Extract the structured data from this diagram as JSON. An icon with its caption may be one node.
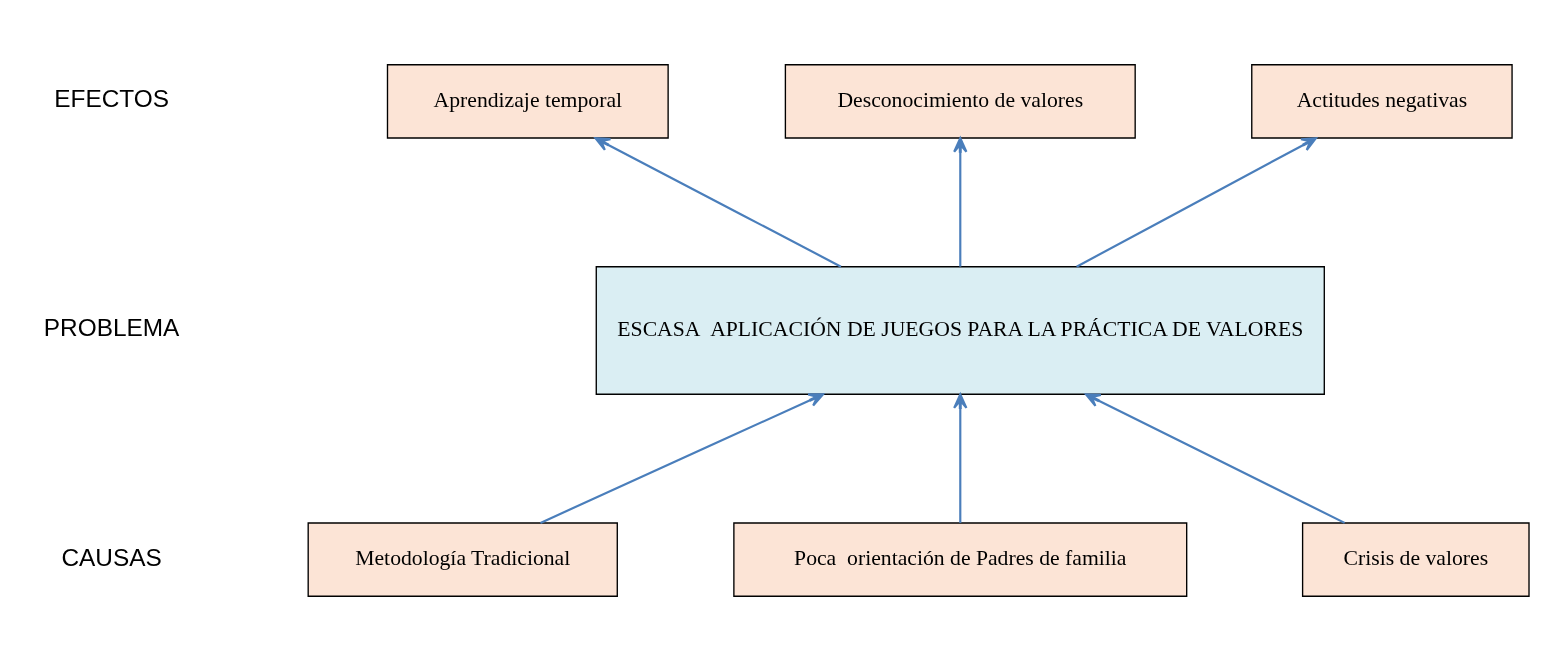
{
  "diagram": {
    "nodes": [
      {
        "text": [
          "Aprendizaje temporal"
        ]
      },
      {
        "text": [
          "Desconocimiento de valores"
        ]
      },
      {
        "text": [
          "Actitudes negativas"
        ]
      },
      {
        "text": [
          "ESCASA  APLICACIÓN DE JUEGOS PARA LA PRÁCTICA DE VALORES"
        ]
      },
      {
        "text": [
          "Metodología Tradicional"
        ]
      },
      {
        "text": [
          "Poca  orientación de Padres de familia"
        ]
      },
      {
        "text": [
          "Crisis de valores"
        ]
      }
    ],
    "edges": [
      {
        "from": 3,
        "to": 0,
        "arrow": "to"
      },
      {
        "from": 3,
        "to": 1,
        "arrow": "to"
      },
      {
        "from": 3,
        "to": 2,
        "arrow": "to"
      },
      {
        "from": 4,
        "to": 3,
        "arrow": "to"
      },
      {
        "from": 5,
        "to": 3,
        "arrow": "to"
      },
      {
        "from": 6,
        "to": 3,
        "arrow": "to"
      }
    ],
    "labels": [
      "EFECTOS",
      "PROBLEMA",
      "CAUSAS"
    ]
  }
}
